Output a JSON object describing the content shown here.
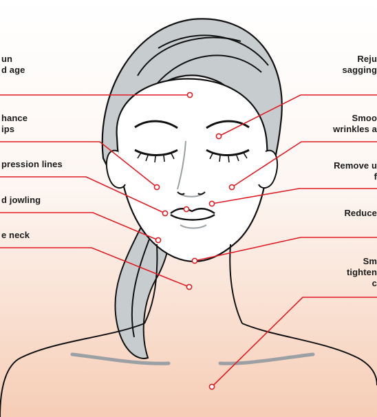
{
  "colors": {
    "line": "#e01b24",
    "hair": "#c7ccce",
    "outline": "#111111",
    "skin": "#ffffff"
  },
  "labels": {
    "sun_age": [
      "un",
      "d age"
    ],
    "enhance_lips": [
      "hance",
      "ips"
    ],
    "expression_lines": [
      "pression lines"
    ],
    "jowling": [
      "d jowling"
    ],
    "neck": [
      "e neck"
    ],
    "rejuvenate": [
      "Reju",
      "sagging"
    ],
    "smooth_wrinkles": [
      "Smoo",
      "wrinkles a"
    ],
    "remove": [
      "Remove u",
      "f"
    ],
    "reduce": [
      "Reduce"
    ],
    "tighten": [
      "Sm",
      "tighten",
      "c"
    ]
  }
}
